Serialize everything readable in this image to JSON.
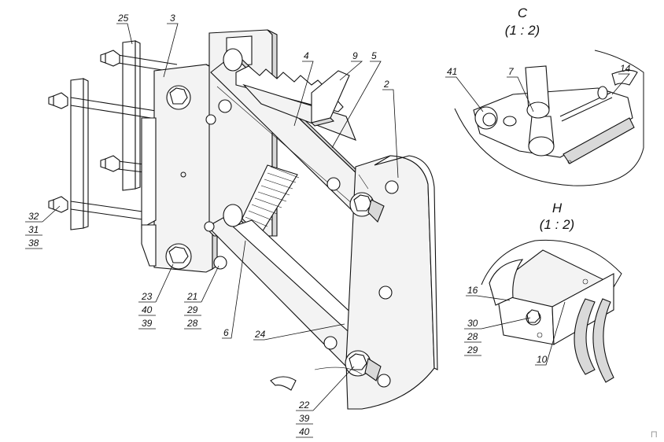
{
  "views": {
    "c": {
      "title": "C",
      "scale": "(1 : 2)"
    },
    "h": {
      "title": "H",
      "scale": "(1 : 2)"
    }
  },
  "callouts": {
    "main": {
      "p25": "25",
      "p3": "3",
      "p4": "4",
      "p9": "9",
      "p5": "5",
      "p2": "2",
      "p32": "32",
      "p31": "31",
      "p38": "38",
      "p23": "23",
      "p40a": "40",
      "p39a": "39",
      "p21": "21",
      "p29a": "29",
      "p28a": "28",
      "p6": "6",
      "p24": "24",
      "p22": "22",
      "p39b": "39",
      "p40b": "40"
    },
    "c": {
      "p41": "41",
      "p7": "7",
      "p14": "14"
    },
    "h": {
      "p16": "16",
      "p30": "30",
      "p28": "28",
      "p29": "29",
      "p10": "10"
    }
  },
  "footer_mark": "⊓"
}
